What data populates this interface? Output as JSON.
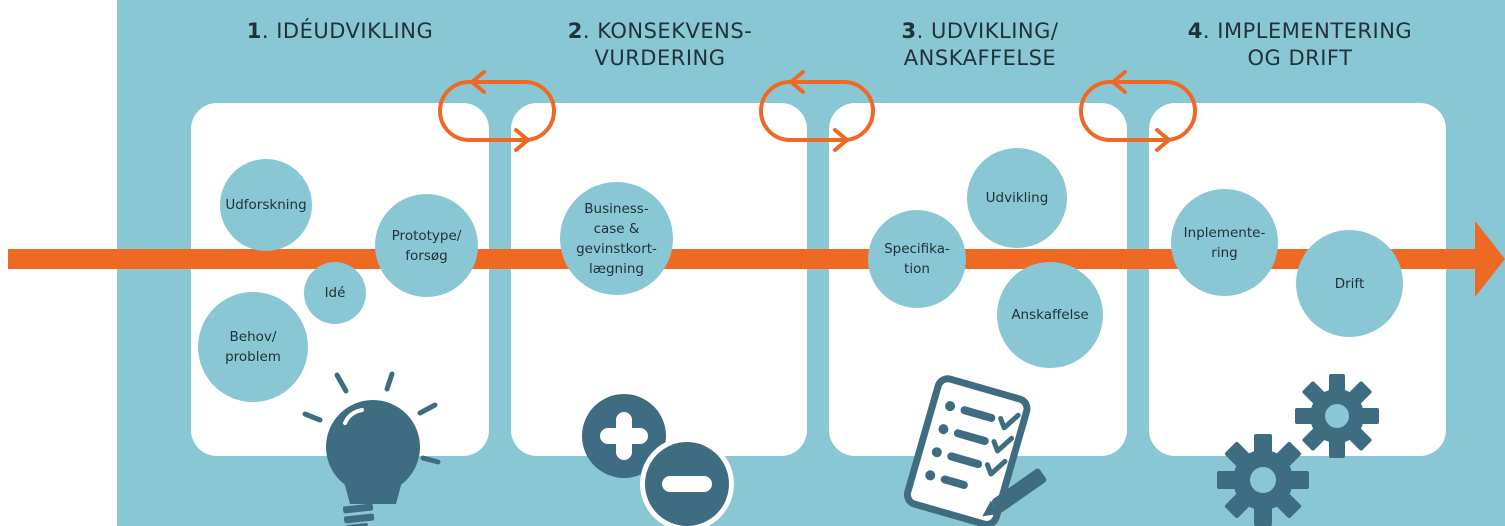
{
  "stages": [
    {
      "number": "1",
      "title_line1": ". IDÉUDVIKLING",
      "title_line2": ""
    },
    {
      "number": "2",
      "title_line1": ". KONSEKVENS-",
      "title_line2": "VURDERING"
    },
    {
      "number": "3",
      "title_line1": ". UDVIKLING/",
      "title_line2": "ANSKAFFELSE"
    },
    {
      "number": "4",
      "title_line1": ". IMPLEMENTERING",
      "title_line2": "OG DRIFT"
    }
  ],
  "bubbles": {
    "udforskning": "Udforskning",
    "prototype": "Prototype/\nforsøg",
    "ide": "Idé",
    "behov": "Behov/\nproblem",
    "businesscase": "Business-\ncase &\ngevinstkort-\nlægning",
    "udvikling": "Udvikling",
    "specifikation": "Specifika-\ntion",
    "anskaffelse": "Anskaffelse",
    "implementering": "Inplemente-\nring",
    "drift": "Drift"
  },
  "icons": [
    "lightbulb-icon",
    "plus-minus-icon",
    "checklist-icon",
    "gears-icon"
  ],
  "colors": {
    "band": "#8ac7d4",
    "arrow": "#ee6a24",
    "icon": "#3e6d82",
    "panel": "#ffffff"
  }
}
